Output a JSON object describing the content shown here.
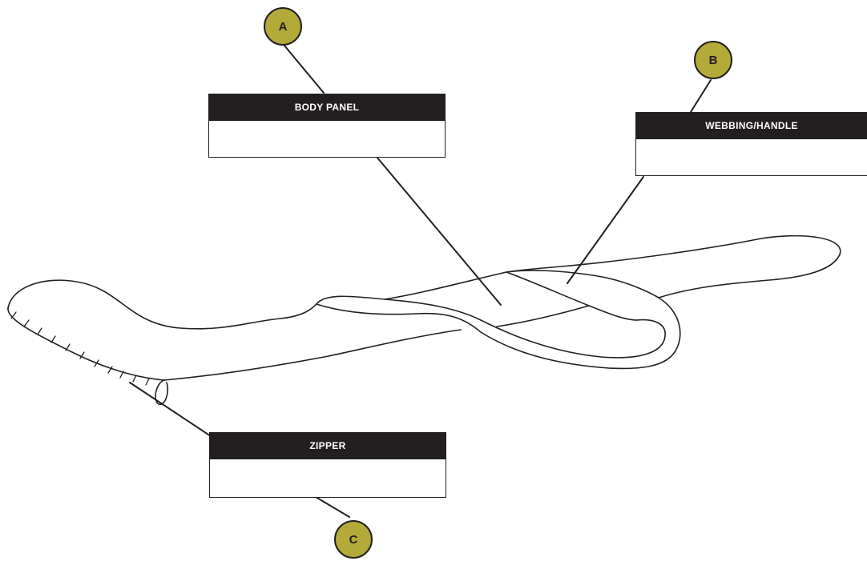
{
  "colors": {
    "badge_fill": "#b4aa3a",
    "ink": "#231f20",
    "header_bg": "#231f20",
    "header_text": "#ffffff",
    "background": "#ffffff"
  },
  "callouts": [
    {
      "letter": "A",
      "label": "BODY PANEL"
    },
    {
      "letter": "B",
      "label": "WEBBING/HANDLE"
    },
    {
      "letter": "C",
      "label": "ZIPPER"
    }
  ]
}
